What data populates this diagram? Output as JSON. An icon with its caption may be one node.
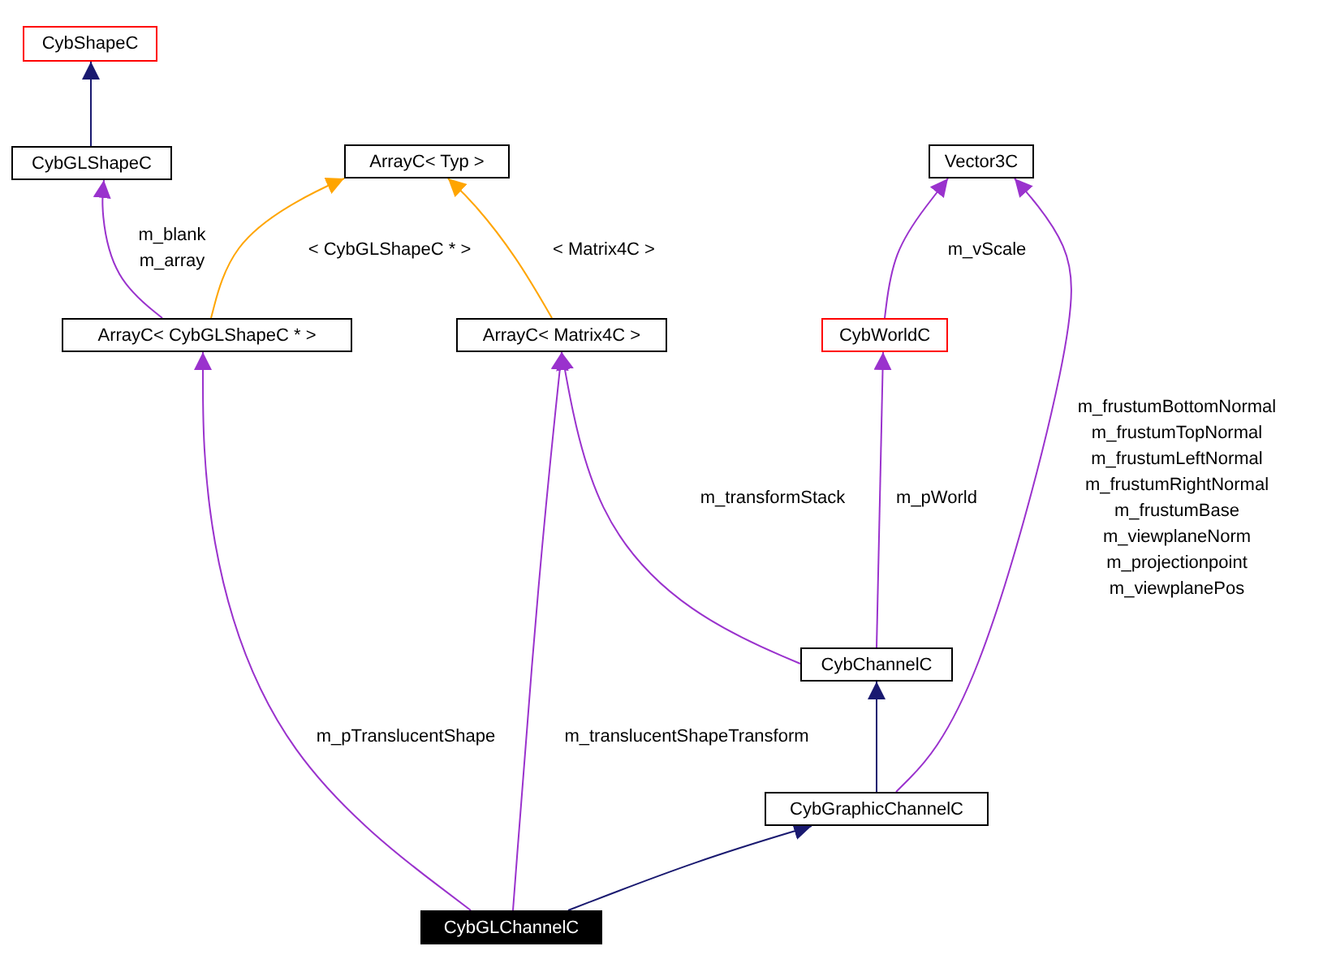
{
  "diagram": {
    "nodes": [
      {
        "text": [
          "CybShapeC"
        ]
      },
      {
        "text": [
          "CybGLShapeC"
        ]
      },
      {
        "text": [
          "ArrayC< Typ >"
        ]
      },
      {
        "text": [
          "Vector3C"
        ]
      },
      {
        "text": [
          "ArrayC< CybGLShapeC * >"
        ]
      },
      {
        "text": [
          "ArrayC< Matrix4C >"
        ]
      },
      {
        "text": [
          "CybWorldC"
        ]
      },
      {
        "text": [
          "CybChannelC"
        ]
      },
      {
        "text": [
          "CybGraphicChannelC"
        ]
      },
      {
        "text": [
          "CybGLChannelC"
        ]
      }
    ],
    "edges": [
      {
        "from": 1,
        "to": 0,
        "arrow": "to",
        "color": "#191970"
      },
      {
        "from": 4,
        "to": 1,
        "arrow": "to",
        "label": "m_blank m_array"
      },
      {
        "from": 4,
        "to": 2,
        "arrow": "to",
        "label": "< CybGLShapeC * >",
        "color": "#ffa500"
      },
      {
        "from": 5,
        "to": 2,
        "arrow": "to",
        "label": "< Matrix4C >",
        "color": "#ffa500"
      },
      {
        "from": 6,
        "to": 3,
        "arrow": "to",
        "label": "m_vScale"
      },
      {
        "from": 7,
        "to": 5,
        "arrow": "to",
        "label": "m_transformStack"
      },
      {
        "from": 7,
        "to": 6,
        "arrow": "to",
        "label": "m_pWorld"
      },
      {
        "from": 8,
        "to": 7,
        "arrow": "to",
        "color": "#191970"
      },
      {
        "from": 8,
        "to": 3,
        "arrow": "to",
        "label": "m_frustumBottomNormal m_frustumTopNormal m_frustumLeftNormal m_frustumRightNormal m_frustumBase m_viewplaneNorm m_projectionpoint m_viewplanePos"
      },
      {
        "from": 9,
        "to": 4,
        "arrow": "to",
        "label": "m_pTranslucentShape"
      },
      {
        "from": 9,
        "to": 5,
        "arrow": "to",
        "label": "m_translucentShapeTransform"
      },
      {
        "from": 9,
        "to": 8,
        "arrow": "to",
        "color": "#191970"
      }
    ]
  }
}
